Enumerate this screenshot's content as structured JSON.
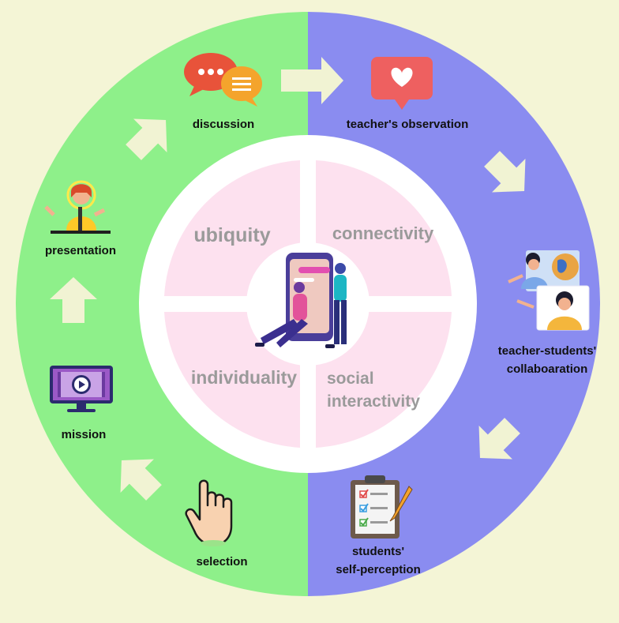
{
  "colors": {
    "background": "#f4f5d6",
    "left_half": "#8ef08a",
    "right_half": "#8a8cf0",
    "inner_ring": "#ffffff",
    "quadrant": "#fde1ef",
    "arrow": "#f1f3d3",
    "label": "#111111",
    "quadrant_text": "#9a9a9a"
  },
  "steps": {
    "discussion": "discussion",
    "observation": "teacher's observation",
    "presentation": "presentation",
    "collaboration_line1": "teacher-students'",
    "collaboration_line2": "collaboaration",
    "mission": "mission",
    "selection": "selection",
    "self_perception_line1": "students'",
    "self_perception_line2": "self-perception"
  },
  "quadrants": {
    "ubiquity": "ubiquity",
    "connectivity": "connectivity",
    "individuality": "individuality",
    "social_line1": "social",
    "social_line2": "interactivity"
  },
  "icons": {
    "discussion": "speech-bubbles-icon",
    "observation": "heart-bubble-icon",
    "presentation": "presenter-icon",
    "collaboration": "video-call-icon",
    "mission": "video-monitor-icon",
    "selection": "pointing-hand-icon",
    "self_perception": "checklist-clipboard-icon",
    "center": "phone-users-illustration"
  }
}
